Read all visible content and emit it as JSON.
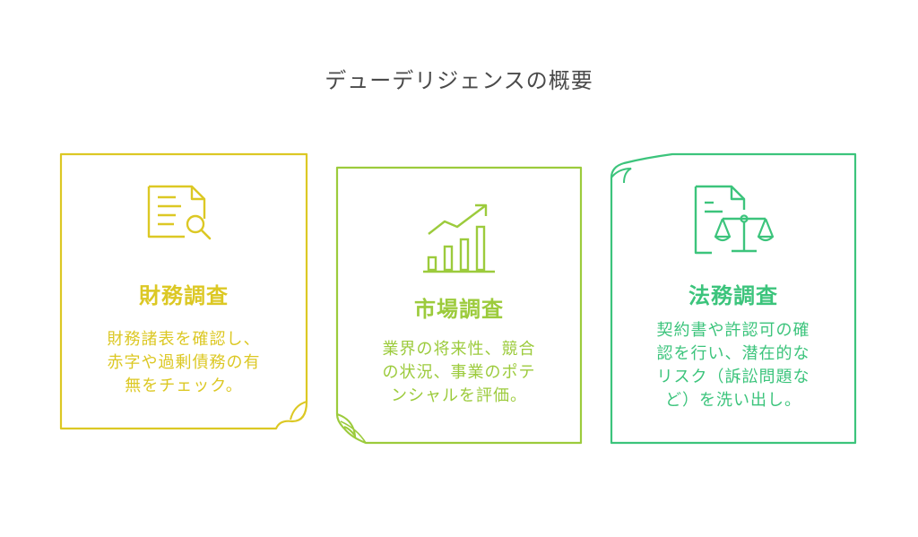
{
  "title": "デューデリジェンスの概要",
  "colors": {
    "financial": "#dcc824",
    "market": "#9ccb3c",
    "legal": "#3cc47c"
  },
  "cards": [
    {
      "heading": "財務調査",
      "icon": "document-magnifier-icon",
      "description_lines": [
        "財務諸表を確認し、",
        "赤字や過剰債務の有",
        "無をチェック。"
      ]
    },
    {
      "heading": "市場調査",
      "icon": "growth-chart-icon",
      "description_lines": [
        "業界の将来性、競合",
        "の状況、事業のポテ",
        "ンシャルを評価。"
      ]
    },
    {
      "heading": "法務調査",
      "icon": "legal-document-scale-icon",
      "description_lines": [
        "契約書や許認可の確",
        "認を行い、潜在的な",
        "リスク（訴訟問題な",
        "ど）を洗い出し。"
      ]
    }
  ]
}
